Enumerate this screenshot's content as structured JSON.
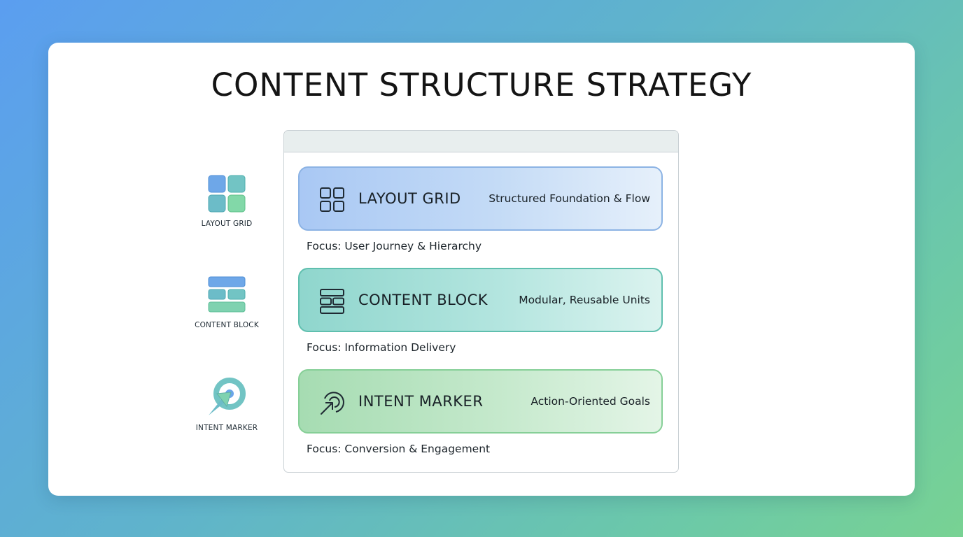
{
  "title": "CONTENT STRUCTURE STRATEGY",
  "legend": [
    {
      "label": "LAYOUT GRID",
      "icon": "layout-grid-icon"
    },
    {
      "label": "CONTENT BLOCK",
      "icon": "content-block-icon"
    },
    {
      "label": "INTENT MARKER",
      "icon": "intent-marker-icon"
    }
  ],
  "rows": [
    {
      "name": "LAYOUT GRID",
      "description": "Structured Foundation & Flow",
      "focus": "Focus: User Journey & Hierarchy",
      "icon": "grid-icon",
      "accent": "#8cb3e4"
    },
    {
      "name": "CONTENT BLOCK",
      "description": "Modular, Reusable Units",
      "focus": "Focus: Information Delivery",
      "icon": "block-icon",
      "accent": "#5fbfae"
    },
    {
      "name": "INTENT MARKER",
      "description": "Action-Oriented Goals",
      "focus": "Focus: Conversion & Engagement",
      "icon": "target-icon",
      "accent": "#86cf97"
    }
  ]
}
